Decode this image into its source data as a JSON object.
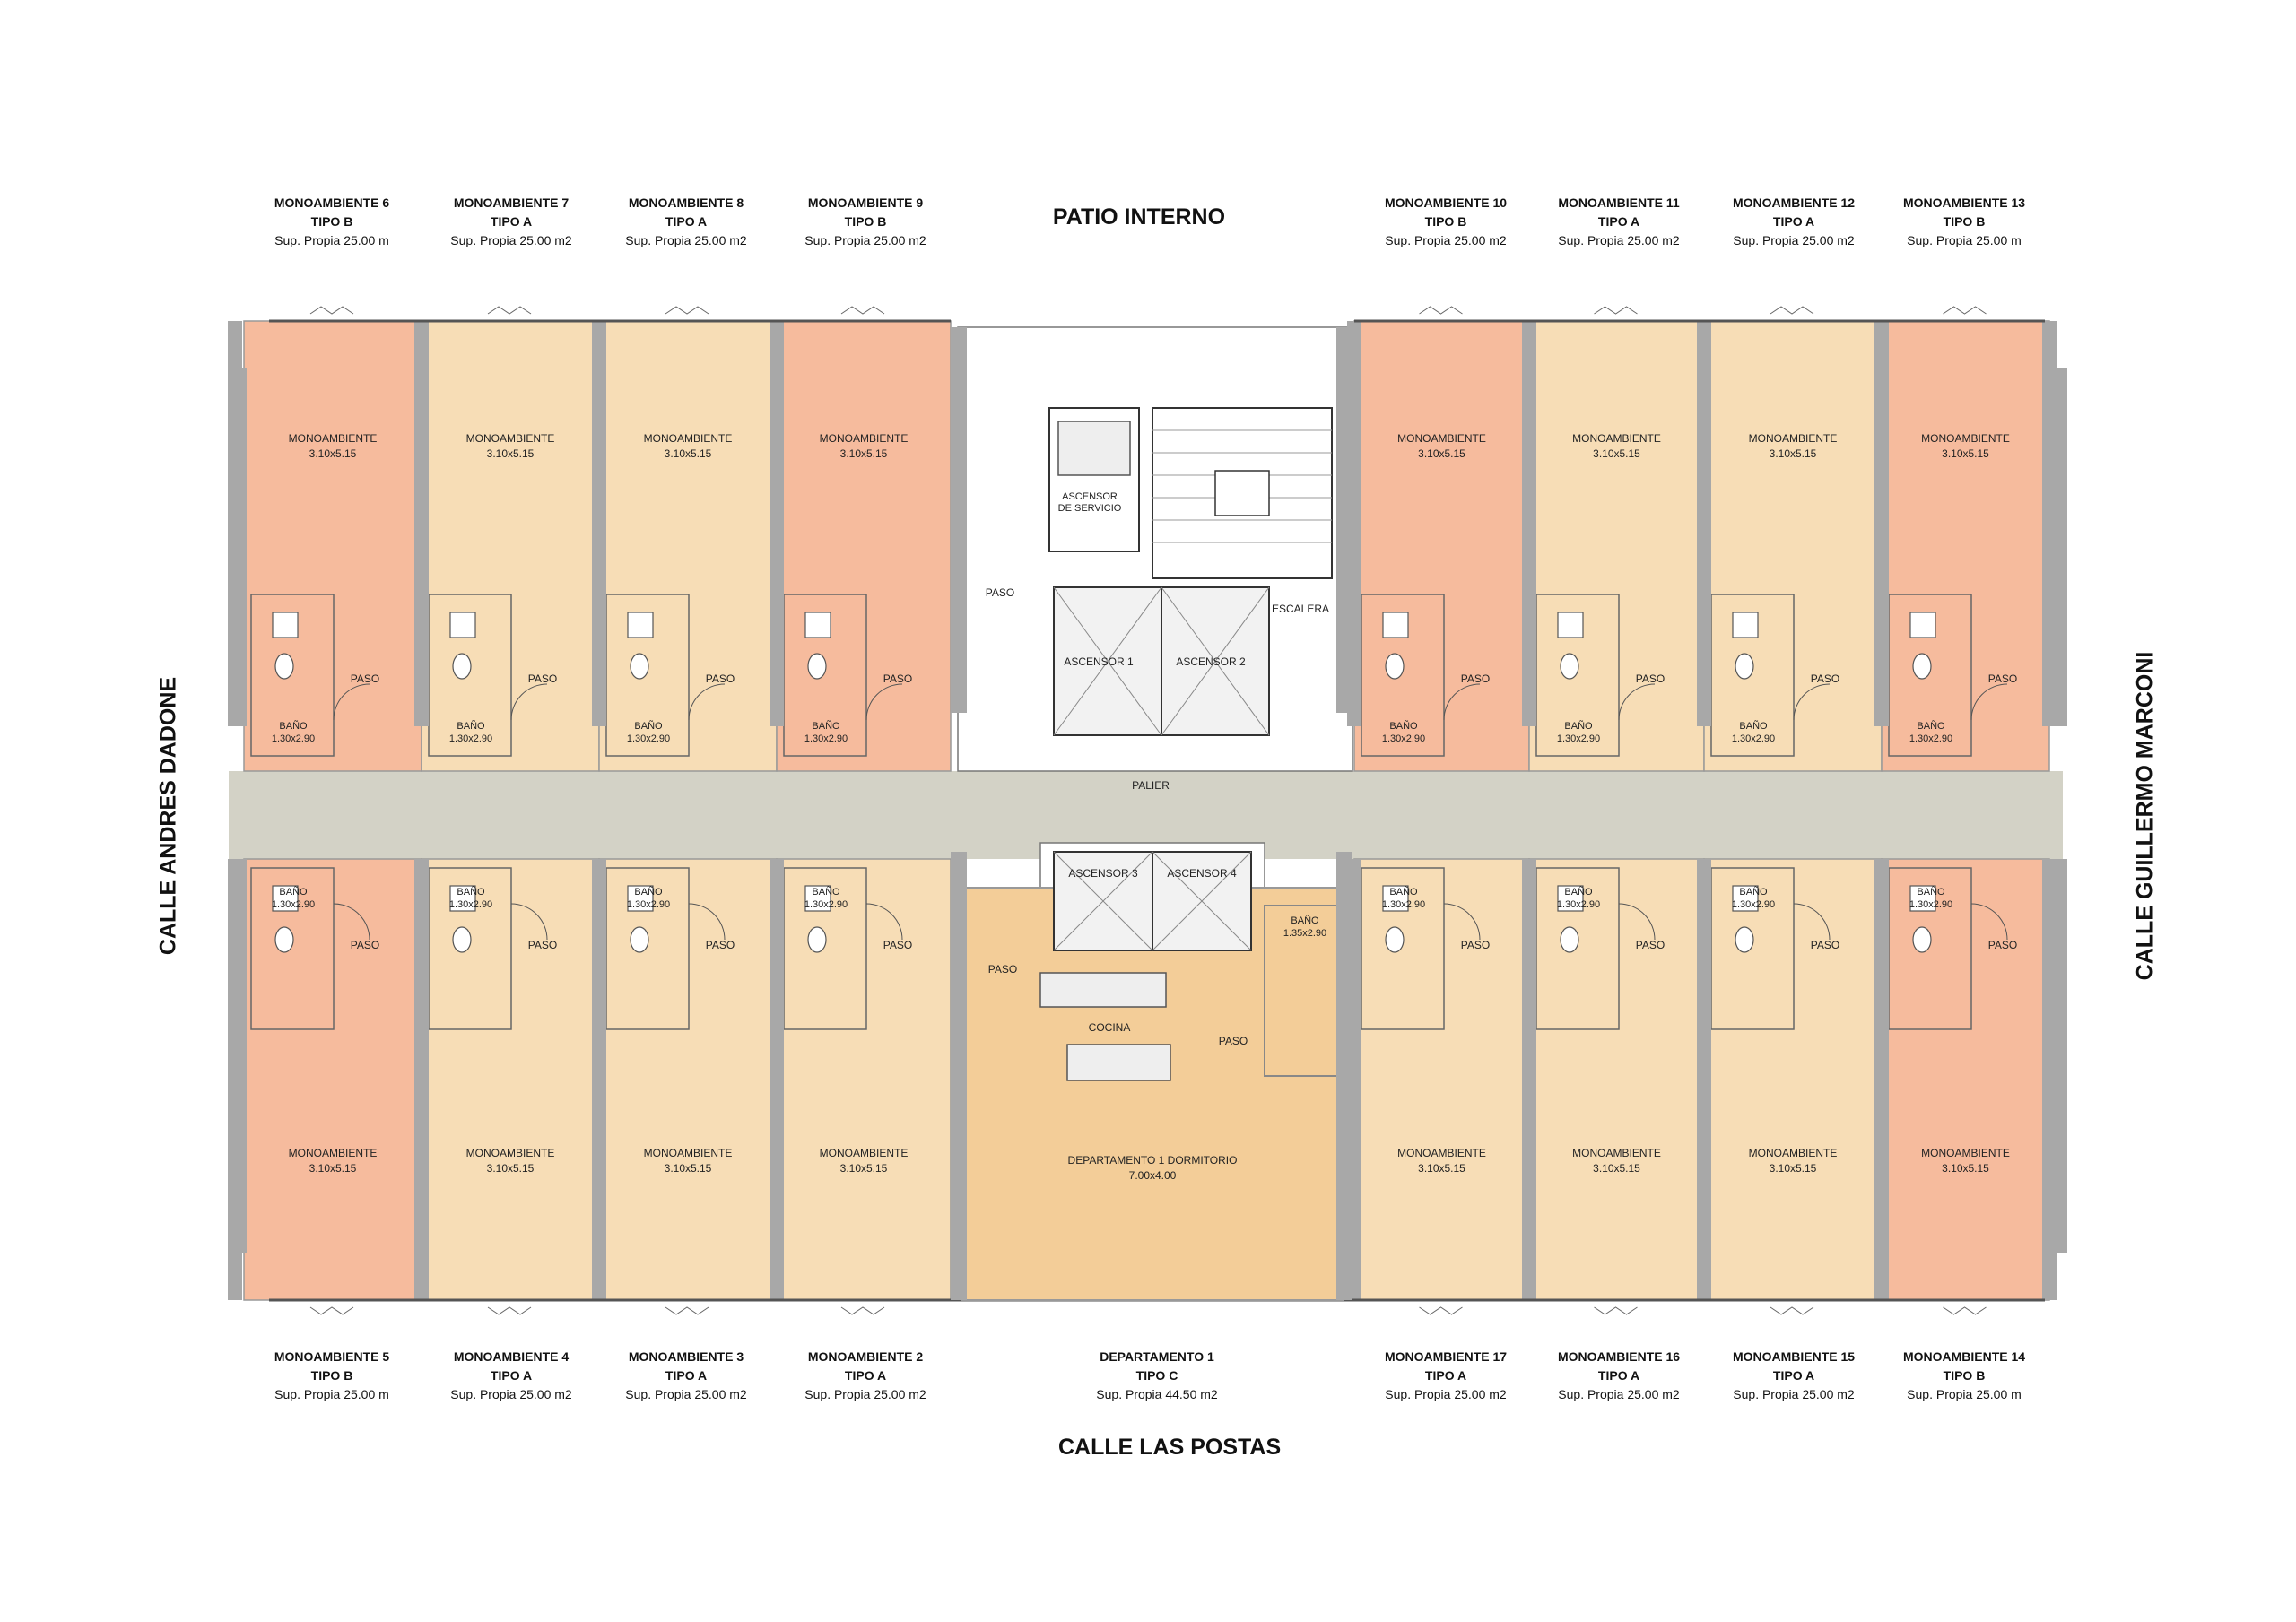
{
  "streets": {
    "top": "PATIO INTERNO",
    "bottom": "CALLE LAS POSTAS",
    "left": "CALLE ANDRES DADONE",
    "right": "CALLE GUILLERMO MARCONI"
  },
  "colors": {
    "tipo_a": "#f7ddb6",
    "tipo_b": "#f6bb9d",
    "tipo_c": "#f3cd98",
    "walls": "#a8a8a8",
    "palier": "#d3d2c6",
    "core": "#ffffff"
  },
  "units_top": [
    {
      "name": "MONOAMBIENTE 6",
      "type": "TIPO B",
      "area": "Sup. Propia 25.00 m"
    },
    {
      "name": "MONOAMBIENTE 7",
      "type": "TIPO A",
      "area": "Sup. Propia 25.00 m2"
    },
    {
      "name": "MONOAMBIENTE 8",
      "type": "TIPO A",
      "area": "Sup. Propia 25.00 m2"
    },
    {
      "name": "MONOAMBIENTE 9",
      "type": "TIPO B",
      "area": "Sup. Propia 25.00 m2"
    },
    {
      "name": "MONOAMBIENTE 10",
      "type": "TIPO B",
      "area": "Sup. Propia 25.00 m2"
    },
    {
      "name": "MONOAMBIENTE 11",
      "type": "TIPO A",
      "area": "Sup. Propia 25.00 m2"
    },
    {
      "name": "MONOAMBIENTE 12",
      "type": "TIPO A",
      "area": "Sup. Propia 25.00 m2"
    },
    {
      "name": "MONOAMBIENTE 13",
      "type": "TIPO B",
      "area": "Sup. Propia 25.00 m"
    }
  ],
  "units_bottom": [
    {
      "name": "MONOAMBIENTE 5",
      "type": "TIPO B",
      "area": "Sup. Propia 25.00 m"
    },
    {
      "name": "MONOAMBIENTE 4",
      "type": "TIPO A",
      "area": "Sup. Propia 25.00 m2"
    },
    {
      "name": "MONOAMBIENTE 3",
      "type": "TIPO A",
      "area": "Sup. Propia 25.00 m2"
    },
    {
      "name": "MONOAMBIENTE 2",
      "type": "TIPO A",
      "area": "Sup. Propia 25.00 m2"
    },
    {
      "name": "DEPARTAMENTO 1",
      "type": "TIPO C",
      "area": "Sup. Propia 44.50 m2"
    },
    {
      "name": "MONOAMBIENTE 17",
      "type": "TIPO A",
      "area": "Sup. Propia 25.00 m2"
    },
    {
      "name": "MONOAMBIENTE 16",
      "type": "TIPO A",
      "area": "Sup. Propia 25.00 m2"
    },
    {
      "name": "MONOAMBIENTE 15",
      "type": "TIPO A",
      "area": "Sup. Propia 25.00 m2"
    },
    {
      "name": "MONOAMBIENTE 14",
      "type": "TIPO B",
      "area": "Sup. Propia 25.00 m"
    }
  ],
  "rooms": {
    "mono": "MONOAMBIENTE",
    "mono_dim": "3.10x5.15",
    "bano": "BAÑO",
    "bano_dim": "1.30x2.90",
    "paso": "PASO",
    "palier": "PALIER",
    "escalera": "ESCALERA",
    "asc_servicio_1": "ASCENSOR",
    "asc_servicio_2": "DE SERVICIO",
    "asc1": "ASCENSOR 1",
    "asc2": "ASCENSOR 2",
    "asc3": "ASCENSOR 3",
    "asc4": "ASCENSOR 4",
    "cocina": "COCINA",
    "depto": "DEPARTAMENTO 1 DORMITORIO",
    "depto_dim": "7.00x4.00",
    "depto_bano_dim": "1.35x2.90"
  }
}
